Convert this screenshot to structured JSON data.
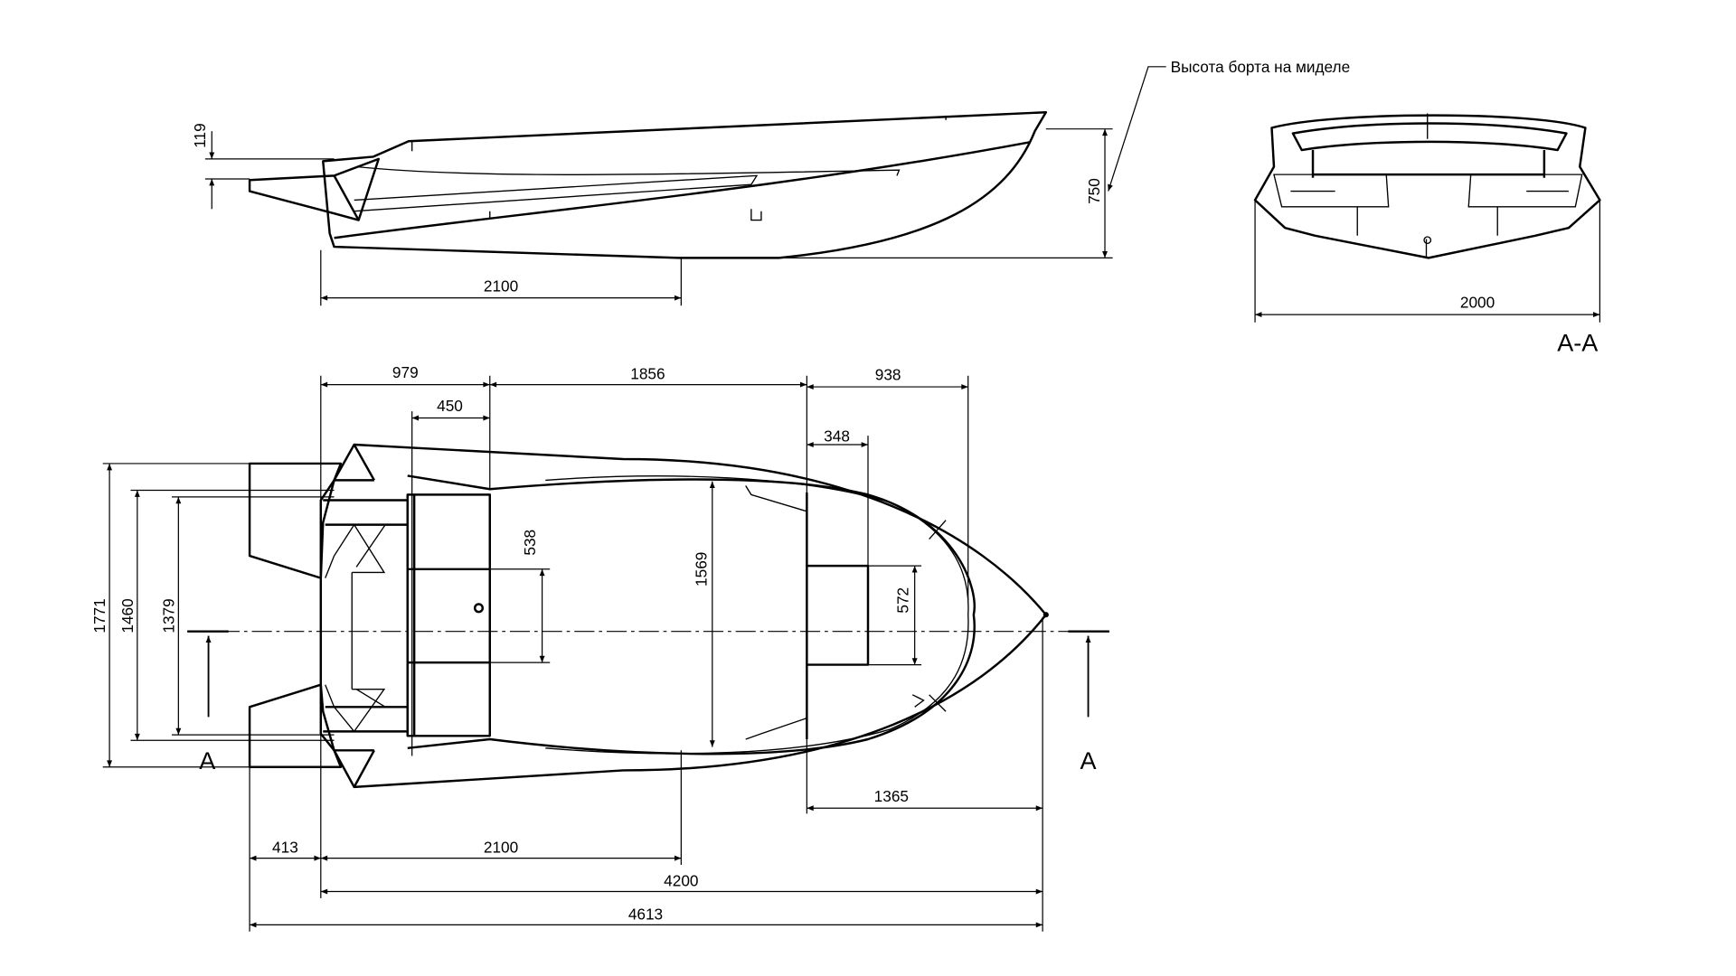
{
  "side_view": {
    "dim_119": "119",
    "dim_750": "750",
    "dim_2100": "2100",
    "callout": "Высота борта на миделе"
  },
  "section": {
    "dim_2000": "2000",
    "label": "A-A"
  },
  "top_view": {
    "dim_979": "979",
    "dim_1856": "1856",
    "dim_938": "938",
    "dim_450": "450",
    "dim_348": "348",
    "dim_538": "538",
    "dim_1569": "1569",
    "dim_572": "572",
    "dim_1771": "1771",
    "dim_1460": "1460",
    "dim_1379": "1379",
    "section_mark_left": "A",
    "section_mark_right": "A",
    "dim_1365": "1365",
    "dim_413": "413",
    "dim_2100": "2100",
    "dim_4200": "4200",
    "dim_4613": "4613"
  }
}
